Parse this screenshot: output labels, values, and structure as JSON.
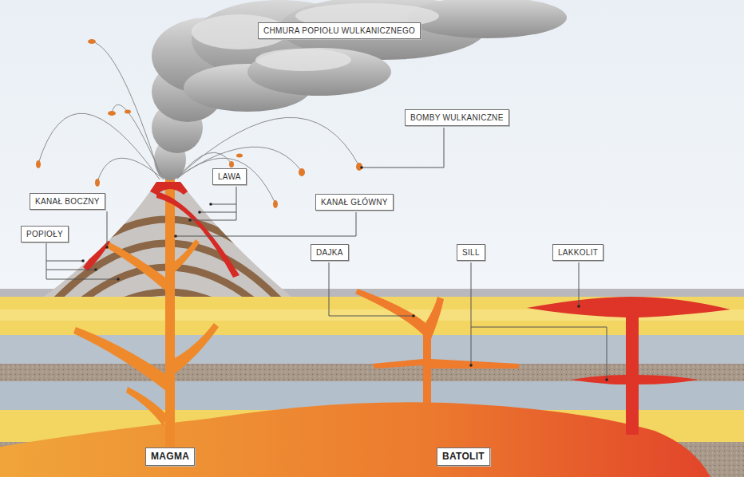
{
  "diagram": {
    "nodes": [
      {
        "text": [
          "CHMURA POPIOŁU WULKANICZNEGO"
        ]
      },
      {
        "text": [
          "BOMBY WULKANICZNE"
        ]
      },
      {
        "text": [
          "LAWA"
        ]
      },
      {
        "text": [
          "KANAŁ BOCZNY"
        ]
      },
      {
        "text": [
          "KANAŁ GŁÓWNY"
        ]
      },
      {
        "text": [
          "POPIOŁY"
        ]
      },
      {
        "text": [
          "DAJKA"
        ]
      },
      {
        "text": [
          "SILL"
        ]
      },
      {
        "text": [
          "LAKKOLIT"
        ]
      },
      {
        "text": [
          "MAGMA"
        ]
      },
      {
        "text": [
          "BATOLIT"
        ]
      }
    ]
  }
}
